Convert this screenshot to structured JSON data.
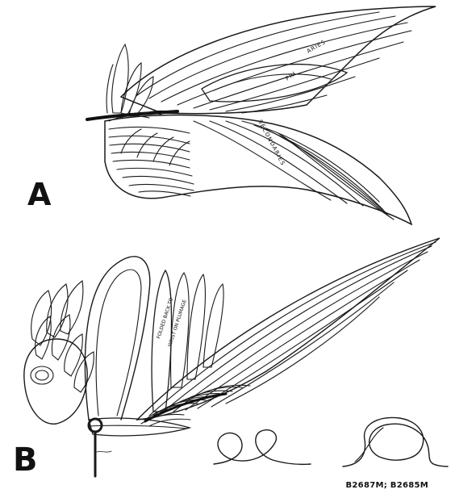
{
  "figure": {
    "panel_a_label": "A",
    "panel_b_label": "B",
    "catalog_number": "B2687M; B2685M",
    "annotations": {
      "secondaries": "SECONDARIES",
      "primaries": "PRI",
      "mid_upper": "ARIES",
      "panel_b_note_1": "FOLDED BACK TO",
      "panel_b_note_2": "WRIST ON PLUMAGE"
    }
  }
}
